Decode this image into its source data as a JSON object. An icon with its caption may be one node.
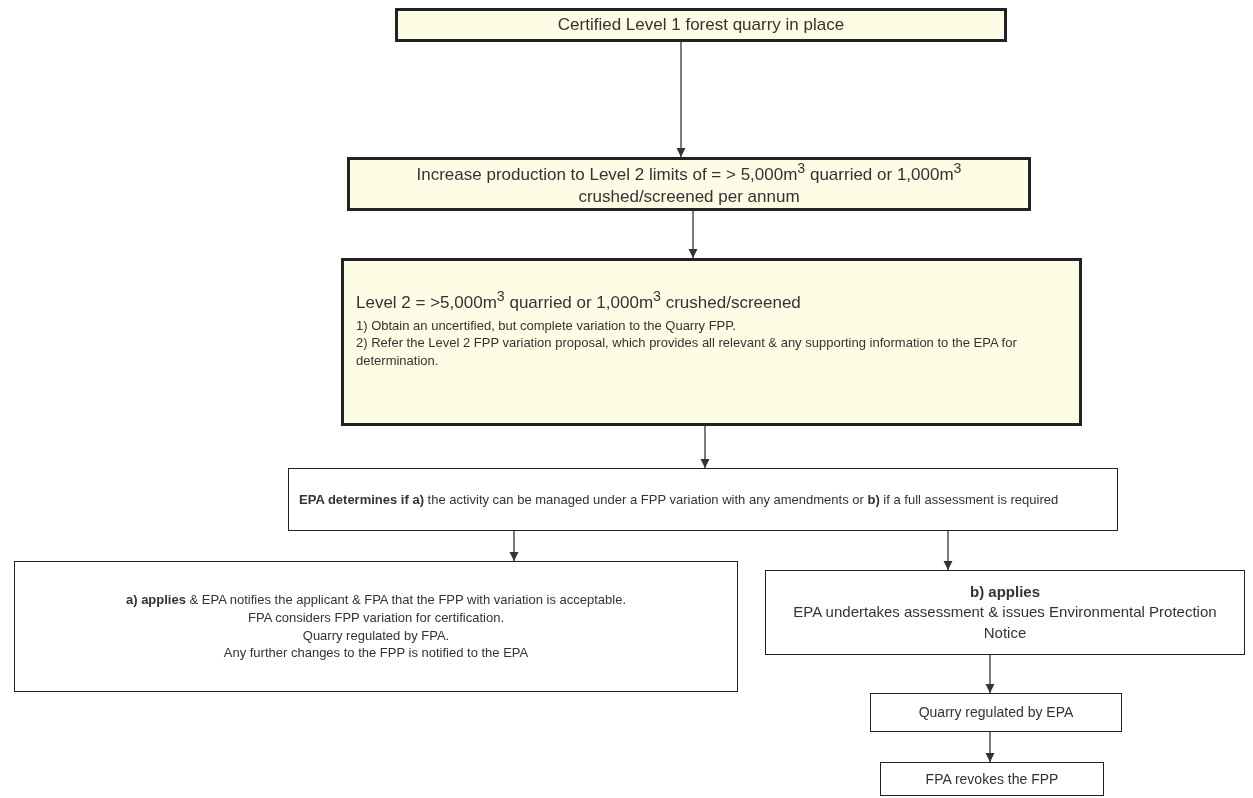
{
  "diagram": {
    "nodes": [
      {
        "text": [
          "Certified Level 1 forest quarry in place"
        ]
      },
      {
        "text": [
          "Increase production to Level 2 limits of = > 5,000m$^{3}$ quarried or 1,000m$^{3}$ crushed/screened per annum"
        ]
      },
      {
        "text": [
          "Level 2 = >5,000m$^{3}$ quarried or 1,000m$^{3}$ crushed/screened",
          "1) Obtain an uncertified, but complete variation to the Quarry FPP.",
          "2) Refer the Level 2 FPP variation proposal, which provides all relevant & any supporting information to the EPA for determination."
        ]
      },
      {
        "text": [
          "**EPA determines if a)** the activity can be managed under a FPP variation with any amendments or **b)** if a full assessment is required"
        ]
      },
      {
        "text": [
          "**a) applies** & EPA notifies the applicant & FPA that the FPP with variation is acceptable.",
          "FPA considers FPP variation for certification.",
          "Quarry regulated by FPA.",
          "Any further changes to the FPP is notified to the EPA"
        ]
      },
      {
        "text": [
          "b) applies",
          "EPA undertakes assessment & issues Environmental Protection Notice"
        ]
      },
      {
        "text": [
          "Quarry regulated by EPA"
        ]
      },
      {
        "text": [
          "FPA revokes the FPP"
        ]
      }
    ],
    "edges": [
      {
        "from": 0,
        "to": 1,
        "arrow": "to"
      },
      {
        "from": 1,
        "to": 2,
        "arrow": "to"
      },
      {
        "from": 2,
        "to": 3,
        "arrow": "to"
      },
      {
        "from": 3,
        "to": 4,
        "arrow": "to"
      },
      {
        "from": 3,
        "to": 5,
        "arrow": "to"
      },
      {
        "from": 5,
        "to": 6,
        "arrow": "to"
      },
      {
        "from": 6,
        "to": 7,
        "arrow": "to"
      }
    ]
  }
}
